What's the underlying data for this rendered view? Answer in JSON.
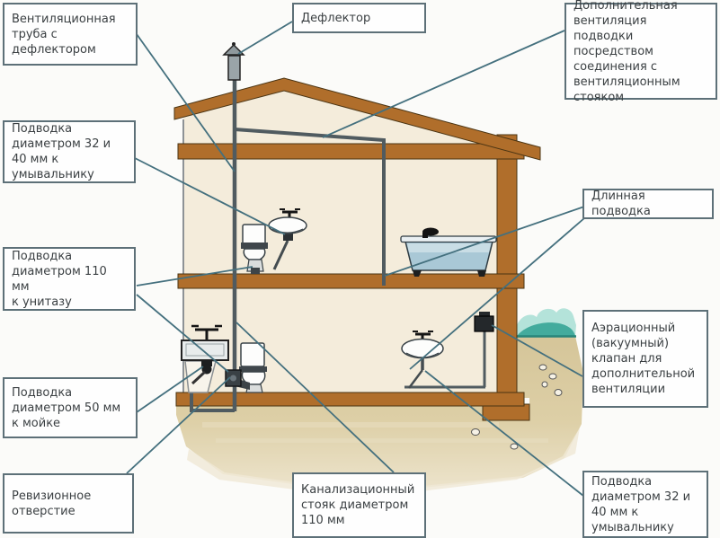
{
  "diagram": {
    "kind": "house-sewer-and-ventilation-scheme",
    "callouts": [
      {
        "id": "vent-pipe-with-deflector",
        "text": "Вентиляционная\nтруба с\nдефлектором"
      },
      {
        "id": "deflector",
        "text": "Дефлектор"
      },
      {
        "id": "additional-ventilation",
        "text": "Дополнительная\nвентиляция подводки\nпосредством\nсоединения с\nвентиляционным\nстояком"
      },
      {
        "id": "supply-32-40-washbasin-upper",
        "text": "Подводка\nдиаметром 32 и\n40 мм к\nумывальнику"
      },
      {
        "id": "long-supply",
        "text": "Длинная подводка"
      },
      {
        "id": "supply-110-toilet",
        "text": "Подводка\nдиаметром 110 мм\nк унитазу"
      },
      {
        "id": "supply-50-sink",
        "text": "Подводка\nдиаметром 50 мм\nк мойке"
      },
      {
        "id": "revision-opening",
        "text": "Ревизионное\nотверстие"
      },
      {
        "id": "sewer-stack-110",
        "text": "Канализационный\nстояк диаметром\n110 мм"
      },
      {
        "id": "aeration-vacuum-valve",
        "text": "Аэрационный\n(вакуумный)\nклапан для\nдополнительной\nвентиляции"
      },
      {
        "id": "supply-32-40-washbasin-lower",
        "text": "Подводка\nдиаметром 32 и\n40 мм к\nумывальнику"
      }
    ],
    "colors": {
      "bg": "#fbfbf9",
      "wood": "#b06e2b",
      "woodedge": "#4a3413",
      "wall": "#f4ecdb",
      "wallline": "#8d9296",
      "soil": "#d9caa0",
      "soillight": "#ece3cb",
      "grass": "#43ab9d",
      "grasslight": "#b4e3da",
      "grassdark": "#27857a",
      "pipe": "#505b60",
      "line": "#44707e",
      "tub": "#a9c8d6",
      "tublight": "#cfe0e8",
      "fixture": "#3a4348",
      "boxborder": "#5d7078",
      "boxbg": "#fefefe",
      "text": "#3b4043",
      "dark": "#1d1f20"
    }
  }
}
